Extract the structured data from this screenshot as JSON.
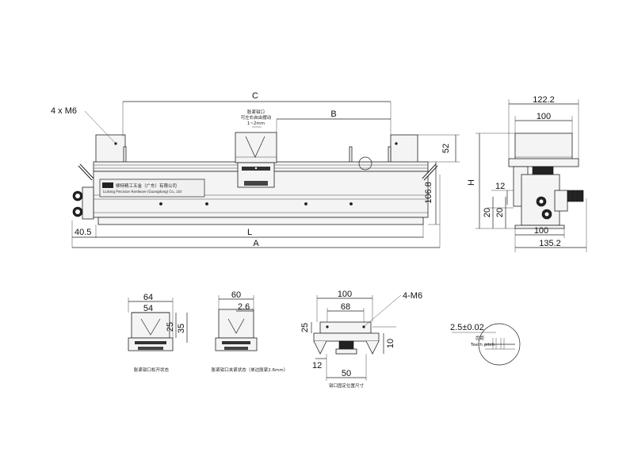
{
  "main_view": {
    "dims": {
      "c": "C",
      "b": "B",
      "a": "A",
      "l": "L",
      "left_offset": "40.5",
      "height_52": "52",
      "height_106_8": "106.8",
      "holes": "4 x M6"
    },
    "jaw_note": [
      "胀紧钳口",
      "可左右自由摆动",
      "1~2mm"
    ],
    "nameplate": {
      "company_cn": "柳特精工五金（广东）有限公司",
      "company_en": "Liutong Precision Hardware (Guangdong) Co., Ltd"
    }
  },
  "side_view": {
    "dims": {
      "w_122_2": "122.2",
      "w_100_top": "100",
      "h": "H",
      "d_12": "12",
      "d_20a": "20",
      "d_20b": "20",
      "w_100_bottom": "100",
      "w_135_2": "135.2"
    }
  },
  "detail_open": {
    "dims": {
      "w64": "64",
      "w54": "54",
      "h25": "25",
      "h35": "35"
    },
    "caption": "胀紧钳口松开状态"
  },
  "detail_clamped": {
    "dims": {
      "w60": "60",
      "t2_6": "2.6"
    },
    "caption": "胀紧钳口夹紧状态（单边胀紧2.6mm）"
  },
  "detail_position": {
    "dims": {
      "w100": "100",
      "w68": "68",
      "holes": "4-M6",
      "h25": "25",
      "w12": "12",
      "w50": "50",
      "h10": "10"
    },
    "caption": "钳口固定位置尺寸"
  },
  "detail_tooth": {
    "dims": {
      "tol": "2.5±0.02"
    },
    "labels": [
      "齿距",
      "Teeth pitch"
    ]
  }
}
